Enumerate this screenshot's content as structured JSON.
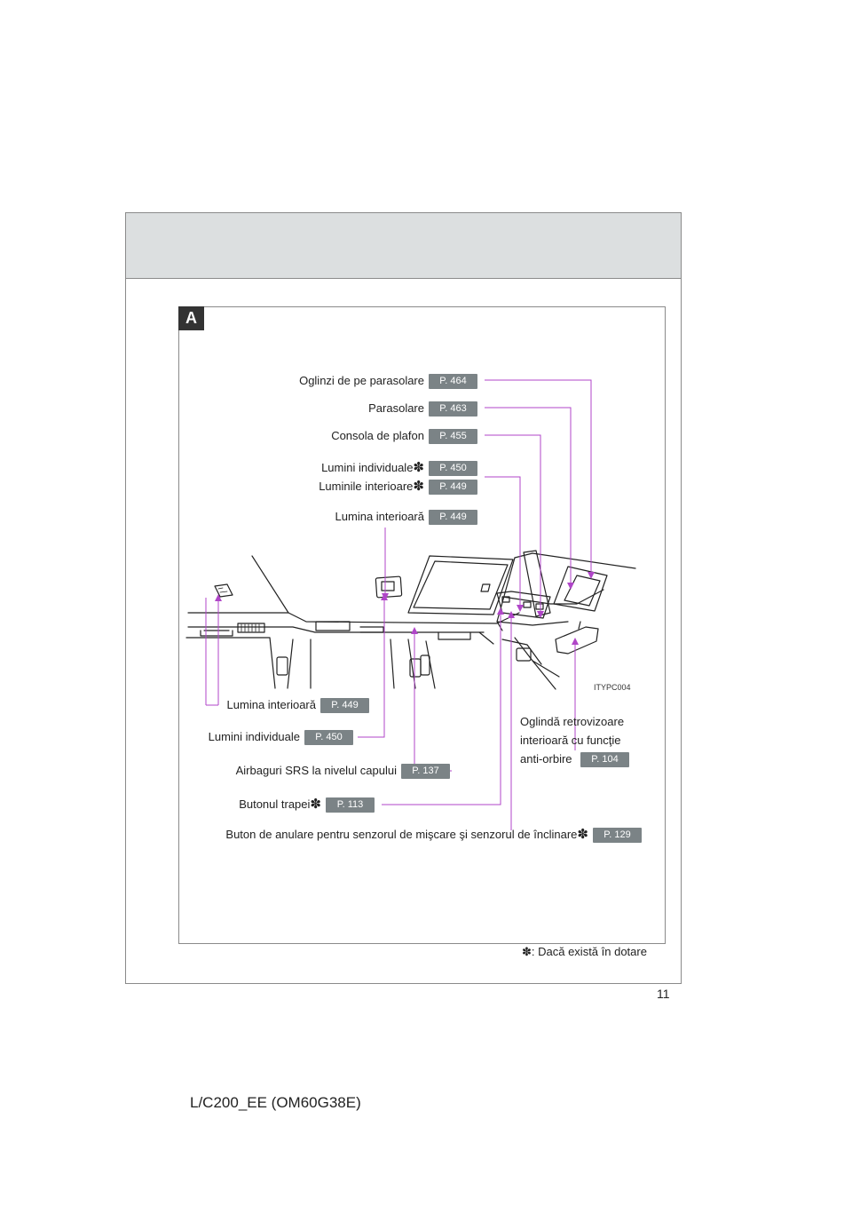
{
  "figure": {
    "tag": "A",
    "image_code": "ITYPC004",
    "footnote": "✽: Dacă există în dotare",
    "asterisk": "✽",
    "labels": {
      "oglinzi": {
        "text": "Oglinzi de pe parasolare",
        "page": "P. 464"
      },
      "parasolare": {
        "text": "Parasolare",
        "page": "P. 463"
      },
      "consola": {
        "text": "Consola de plafon",
        "page": "P. 455"
      },
      "lumini_indiv_top": {
        "text": "Lumini individuale",
        "page": "P. 450"
      },
      "luminile_interioare": {
        "text": "Luminile interioare",
        "page": "P. 449"
      },
      "lumina_int_top": {
        "text": "Lumina interioară",
        "page": "P. 449"
      },
      "lumina_int_left": {
        "text": "Lumina interioară",
        "page": "P. 449"
      },
      "lumini_indiv_left": {
        "text": "Lumini individuale",
        "page": "P. 450"
      },
      "airbaguri": {
        "text": "Airbaguri SRS la nivelul capului",
        "page": "P. 137"
      },
      "butonul_trapei": {
        "text": "Butonul trapei",
        "page": "P. 113"
      },
      "buton_anulare": {
        "text": "Buton de anulare pentru senzorul de mişcare şi senzorul de înclinare",
        "page": "P. 129"
      },
      "oglinda": {
        "line1": "Oglindă retrovizoare",
        "line2": "interioară cu funcţie",
        "line3": "anti-orbire",
        "page": "P. 104"
      }
    },
    "colors": {
      "leader": "#b046c8",
      "pill": "#7b8386",
      "header_band": "#dcdfe0"
    }
  },
  "page": {
    "number": "11",
    "doc_code": "L/C200_EE (OM60G38E)"
  }
}
